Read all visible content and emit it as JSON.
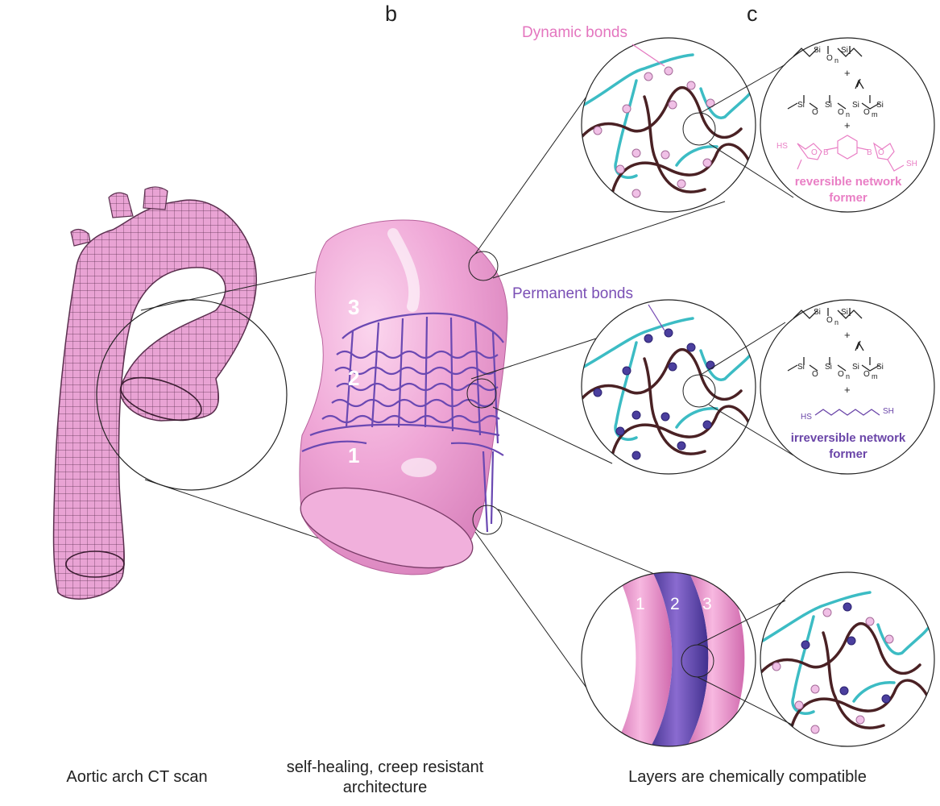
{
  "panels": {
    "b": "b",
    "c": "c"
  },
  "captions": {
    "a": "Aortic arch CT scan",
    "b_line1": "self-healing, creep resistant",
    "b_line2": "architecture",
    "c": "Layers are chemically compatible"
  },
  "callouts": {
    "dynamic": "Dynamic bonds",
    "permanent": "Permanent bonds"
  },
  "layers": [
    "1",
    "2",
    "3"
  ],
  "chemistry": {
    "reversible_line1": "reversible network",
    "reversible_line2": "former",
    "irreversible_line1": "irreversible network",
    "irreversible_line2": "former",
    "plus": "+",
    "si": "Si",
    "o": "O",
    "n": "n",
    "m": "m",
    "b": "B",
    "hs": "HS",
    "sh": "SH"
  },
  "colors": {
    "tissue_pink": "#e8a0d0",
    "mesh_line": "#5a2f4e",
    "lattice_purple": "#6a48b2",
    "dynamic_bead": "#f0c0e6",
    "permanent_bead": "#4b3f9e",
    "chain_cyan": "#3cbcc4",
    "chain_brown": "#4a2124",
    "reversible_text": "#e97fc5",
    "irreversible_text": "#6a45a8"
  }
}
